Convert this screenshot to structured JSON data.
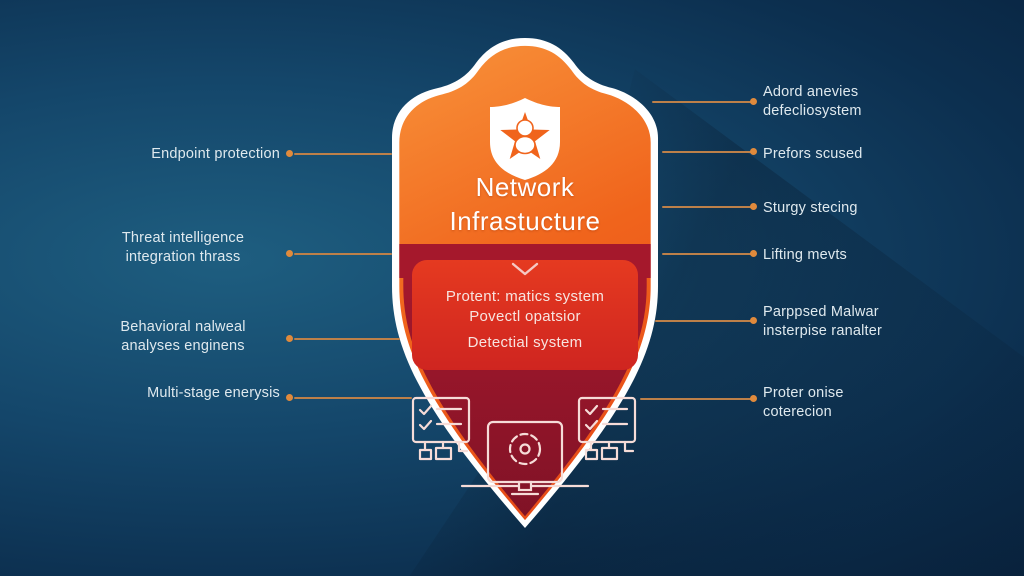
{
  "title": {
    "line1": "Network",
    "line2": "Infrastucture"
  },
  "center_panel": {
    "line1": "Protent: matics system",
    "line2": "Povectl opatsior",
    "line3": "Detectial system"
  },
  "left_labels": [
    {
      "lines": [
        "Endpoint protection"
      ]
    },
    {
      "lines": [
        "Threat intelligence",
        "integration thrass"
      ]
    },
    {
      "lines": [
        "Behavioral nalweal",
        "analyses enginens"
      ]
    },
    {
      "lines": [
        "Multi-stage enerysis"
      ]
    }
  ],
  "right_labels": [
    {
      "lines": [
        "Adord anevies",
        "defecliosystem"
      ]
    },
    {
      "lines": [
        "Prefors scused"
      ]
    },
    {
      "lines": [
        "Sturgy stecing"
      ]
    },
    {
      "lines": [
        "Lifting mevts"
      ]
    },
    {
      "lines": [
        "Parppsed Malwar",
        "insterpise ranalter"
      ]
    },
    {
      "lines": [
        "Proter onise",
        "coterecion"
      ]
    }
  ],
  "icons": {
    "badge": "shield-star-icon",
    "arrow": "chevron-down-icon",
    "left_board": "checklist-icon",
    "right_board": "checklist-icon",
    "monitor": "monitor-scan-icon"
  },
  "colors": {
    "background_teal": "#17537a",
    "background_dark": "#0a2440",
    "shield_border": "#ffffff",
    "orange_top": "#f6872f",
    "orange_bottom": "#ee5a1d",
    "red_panel_top": "#e53a20",
    "red_panel_bottom": "#cf2520",
    "crimson_band": "#a5182c",
    "crimson_deep": "#821227",
    "connector_line": "#bd8049",
    "connector_dot": "#e08a3c",
    "label_text": "#dfe9ee",
    "icon_stroke": "#f6dcd8"
  }
}
